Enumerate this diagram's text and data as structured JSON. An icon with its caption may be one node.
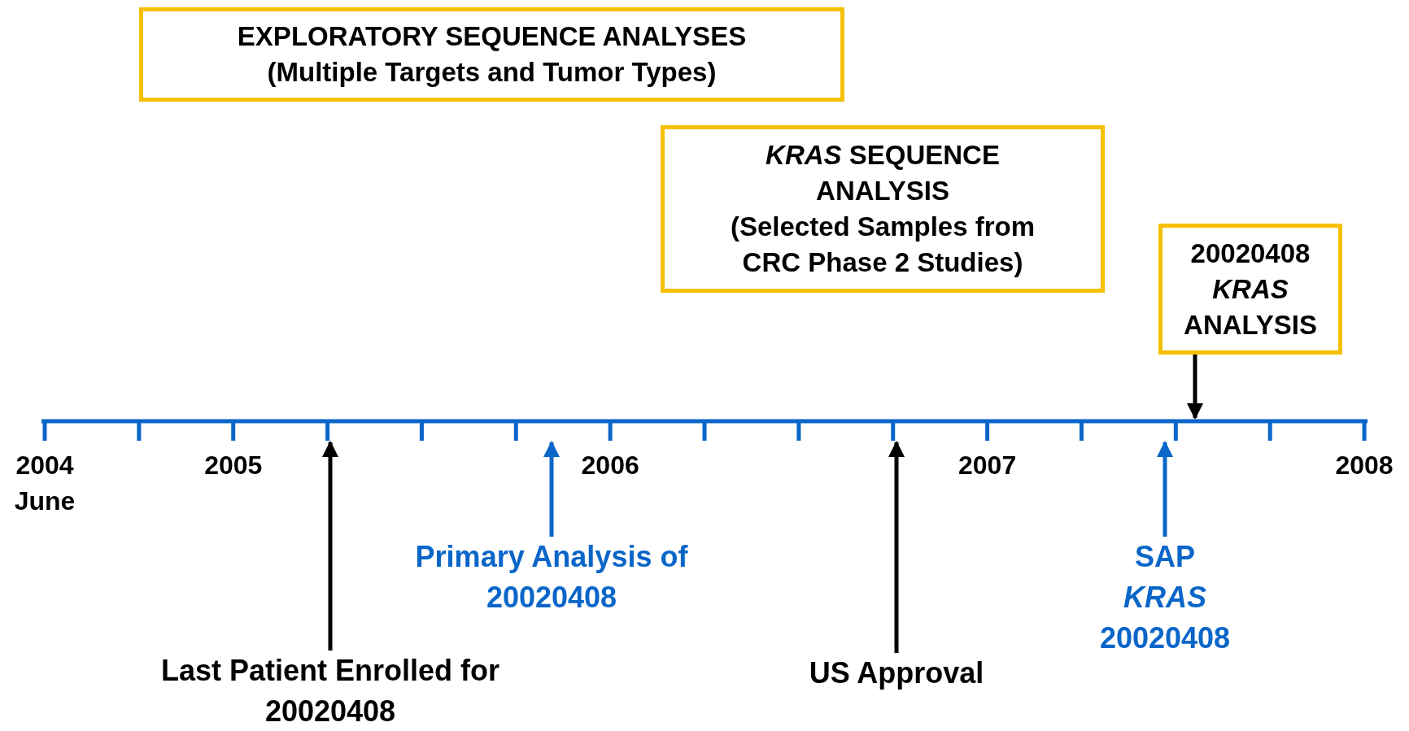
{
  "diagram": {
    "nodes": [
      {
        "text": [
          "EXPLORATORY SEQUENCE ANALYSES",
          "(Multiple Targets and Tumor Types)"
        ]
      },
      {
        "text": [
          "*KRAS* SEQUENCE ANALYSIS",
          "(Selected Samples from CRC Phase 2 Studies)"
        ]
      },
      {
        "text": [
          "20020408 *KRAS* ANALYSIS"
        ]
      },
      {
        "text": [],
        "shape": "bar"
      },
      {
        "text": [
          "Last Patient Enrolled for 20020408"
        ]
      },
      {
        "text": [
          "Primary Analysis of 20020408"
        ]
      },
      {
        "text": [
          "US Approval"
        ]
      },
      {
        "text": [
          "SAP *KRAS* 20020408"
        ]
      }
    ],
    "edges": [
      {
        "from": 2,
        "to": 3,
        "arrow": "to"
      },
      {
        "from": 4,
        "to": 3,
        "arrow": "to"
      },
      {
        "from": 5,
        "to": 3,
        "arrow": "to",
        "color": "#0a66c8"
      },
      {
        "from": 6,
        "to": 3,
        "arrow": "to"
      },
      {
        "from": 7,
        "to": 3,
        "arrow": "to",
        "color": "#0a66c8"
      }
    ],
    "labels": [
      "2004 June",
      "2005",
      "2006",
      "2007",
      "2008"
    ]
  }
}
